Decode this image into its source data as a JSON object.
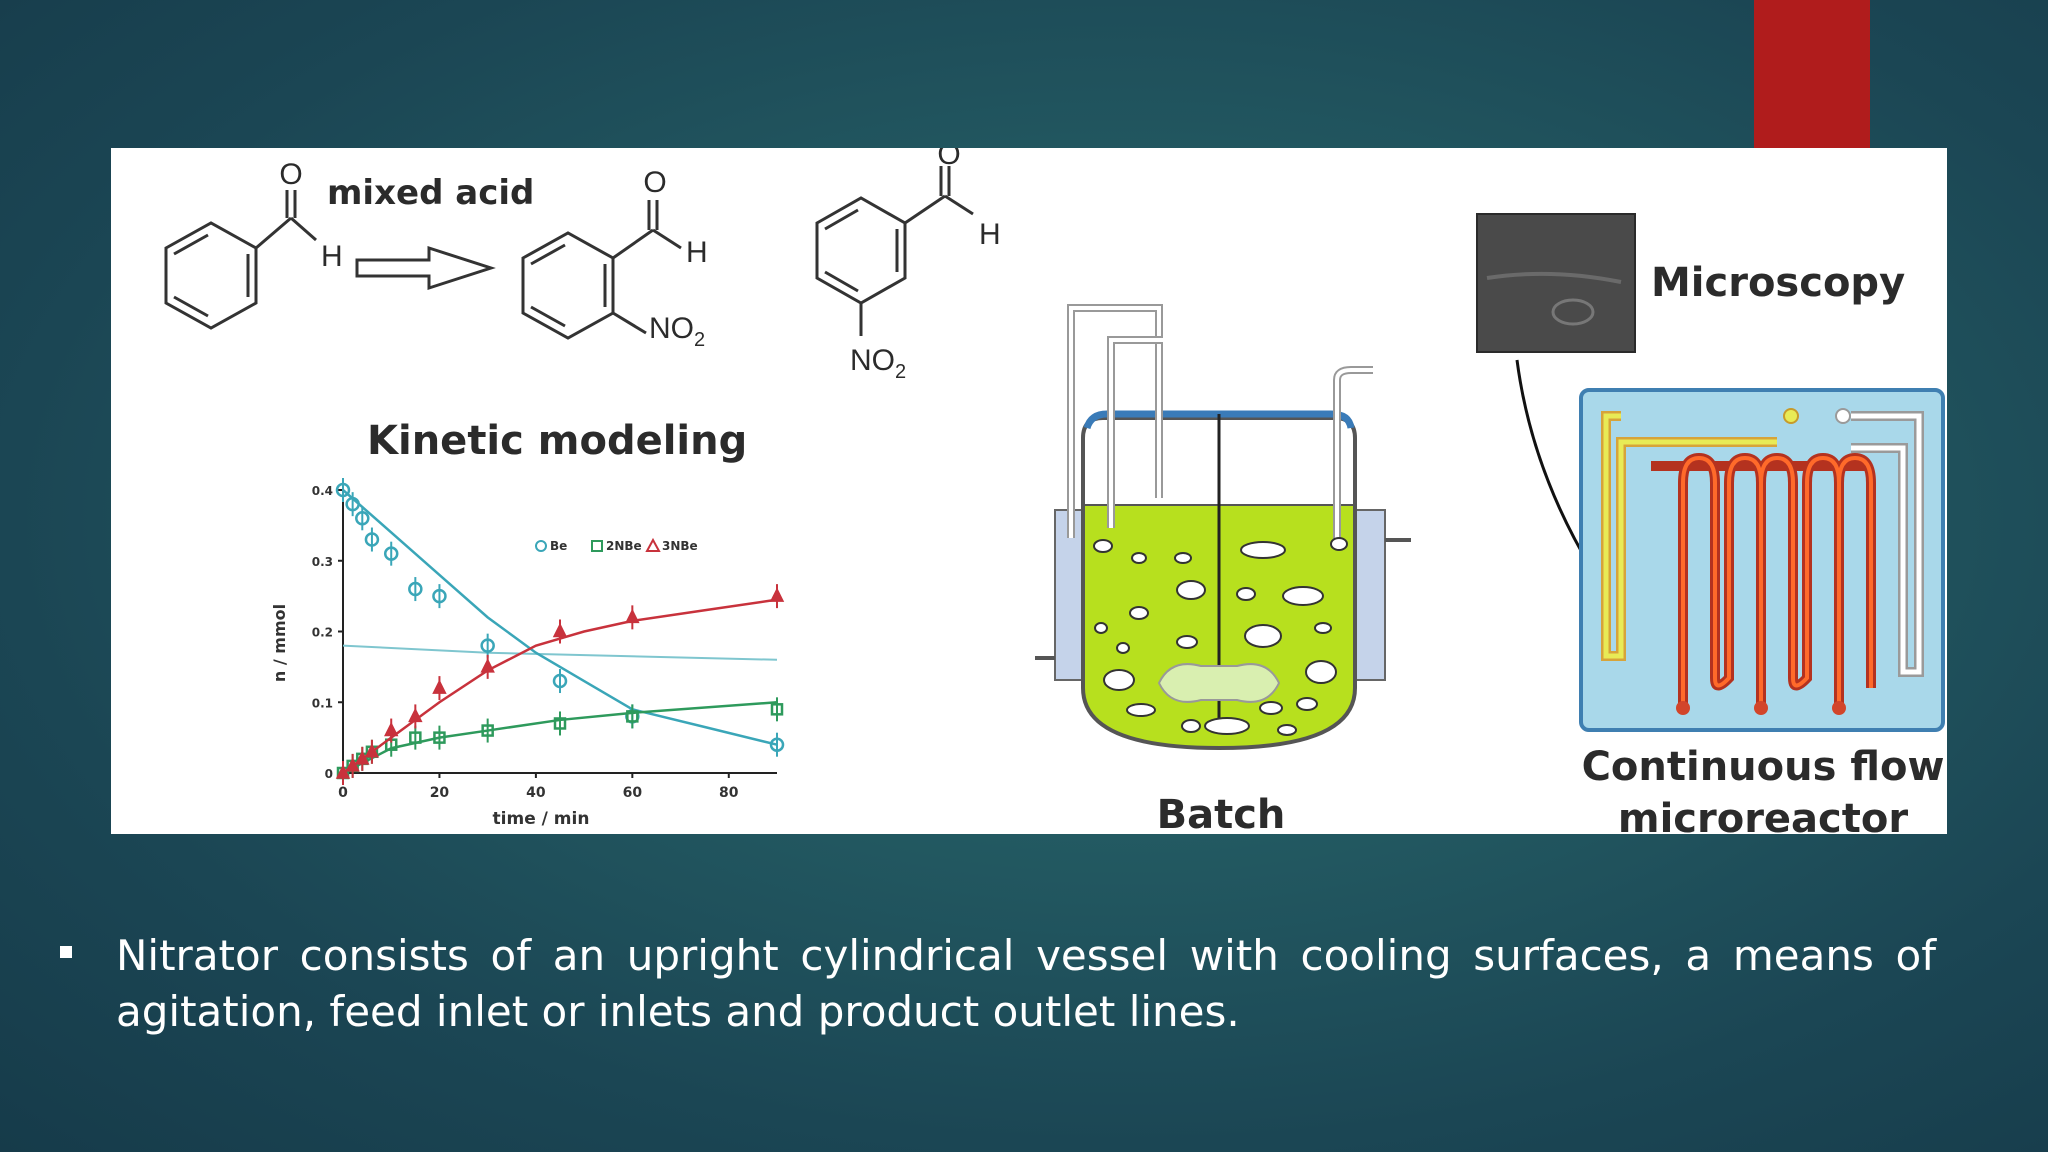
{
  "figure": {
    "reaction": {
      "reagent_label": "mixed acid",
      "substituent": "NO",
      "substituent_sub": "2",
      "aldehyde_o": "O",
      "aldehyde_h": "H"
    },
    "kinetic": {
      "title": "Kinetic modeling",
      "xlabel": "time / min",
      "ylabel": "n / mmol"
    },
    "batch_label": "Batch",
    "microscopy_label": "Microscopy",
    "flow_label_line1": "Continuous flow",
    "flow_label_line2": "microreactor"
  },
  "chart_data": {
    "type": "scatter",
    "title": "Kinetic modeling",
    "xlabel": "time / min",
    "ylabel": "n / mmol",
    "xlim": [
      0,
      90
    ],
    "ylim": [
      0,
      0.4
    ],
    "x_ticks": [
      "0",
      "20",
      "40",
      "60",
      "80"
    ],
    "y_ticks": [
      "0",
      "0.1",
      "0.2",
      "0.3",
      "0.4"
    ],
    "legend_position": "top-right",
    "series": [
      {
        "name": "Be",
        "color": "#3aa6b8",
        "marker": "circle",
        "points": [
          [
            0,
            0.4
          ],
          [
            2,
            0.38
          ],
          [
            4,
            0.36
          ],
          [
            6,
            0.33
          ],
          [
            10,
            0.31
          ],
          [
            15,
            0.26
          ],
          [
            20,
            0.25
          ],
          [
            30,
            0.18
          ],
          [
            45,
            0.13
          ],
          [
            60,
            0.08
          ],
          [
            90,
            0.04
          ]
        ],
        "fit": [
          [
            0,
            0.4
          ],
          [
            10,
            0.34
          ],
          [
            20,
            0.28
          ],
          [
            30,
            0.22
          ],
          [
            40,
            0.17
          ],
          [
            50,
            0.13
          ],
          [
            60,
            0.09
          ],
          [
            75,
            0.065
          ],
          [
            90,
            0.04
          ]
        ]
      },
      {
        "name": "2NBe",
        "color": "#2e9a5c",
        "marker": "square",
        "points": [
          [
            0,
            0.0
          ],
          [
            2,
            0.01
          ],
          [
            4,
            0.02
          ],
          [
            6,
            0.03
          ],
          [
            10,
            0.04
          ],
          [
            15,
            0.05
          ],
          [
            20,
            0.05
          ],
          [
            30,
            0.06
          ],
          [
            45,
            0.07
          ],
          [
            60,
            0.08
          ],
          [
            90,
            0.09
          ]
        ],
        "fit": [
          [
            0,
            0.0
          ],
          [
            10,
            0.035
          ],
          [
            20,
            0.05
          ],
          [
            30,
            0.06
          ],
          [
            45,
            0.075
          ],
          [
            60,
            0.085
          ],
          [
            90,
            0.1
          ]
        ]
      },
      {
        "name": "3NBe",
        "color": "#c8323c",
        "marker": "triangle",
        "points": [
          [
            0,
            0.0
          ],
          [
            2,
            0.01
          ],
          [
            4,
            0.02
          ],
          [
            6,
            0.03
          ],
          [
            10,
            0.06
          ],
          [
            15,
            0.08
          ],
          [
            20,
            0.12
          ],
          [
            30,
            0.15
          ],
          [
            45,
            0.2
          ],
          [
            60,
            0.22
          ],
          [
            90,
            0.25
          ]
        ],
        "fit": [
          [
            0,
            0.0
          ],
          [
            10,
            0.05
          ],
          [
            20,
            0.1
          ],
          [
            30,
            0.145
          ],
          [
            40,
            0.18
          ],
          [
            50,
            0.2
          ],
          [
            60,
            0.215
          ],
          [
            75,
            0.23
          ],
          [
            90,
            0.245
          ]
        ]
      }
    ],
    "reference_line": [
      [
        0,
        0.18
      ],
      [
        30,
        0.17
      ],
      [
        90,
        0.16
      ]
    ]
  },
  "body": {
    "bullet_text": "Nitrator consists of an upright cylindrical vessel with cooling surfaces, a means of agitation, feed inlet or inlets and product outlet lines."
  }
}
